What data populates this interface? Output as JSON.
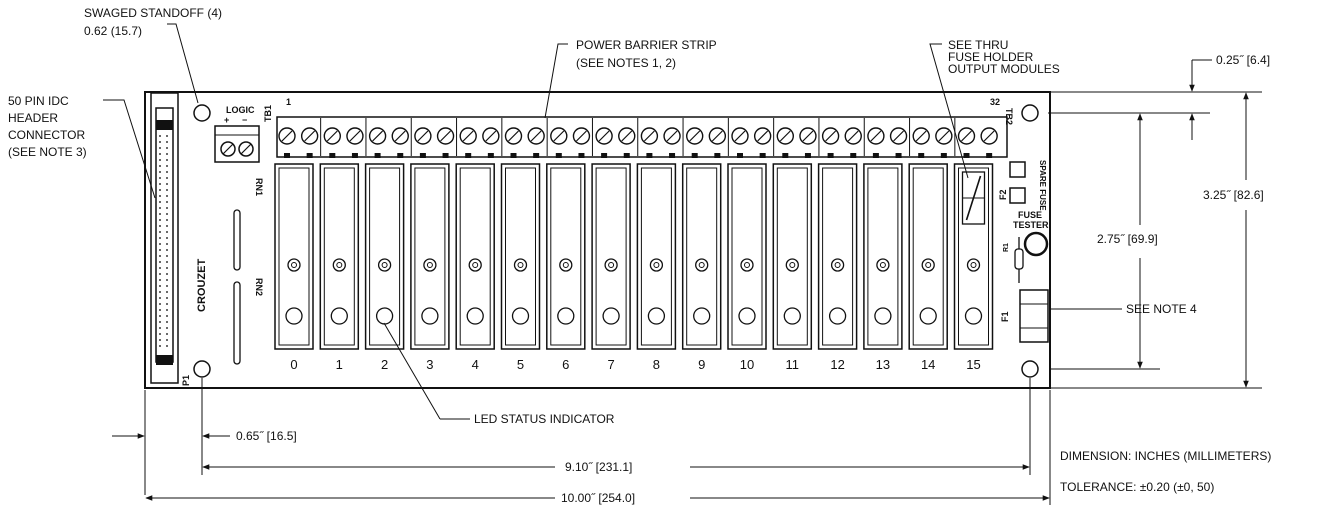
{
  "callouts": {
    "standoff_line1": "SWAGED STANDOFF (4)",
    "standoff_line2": "0.62 (15.7)",
    "idc_line1": "50 PIN IDC",
    "idc_line2": "HEADER",
    "idc_line3": "CONNECTOR",
    "idc_line4": "(SEE NOTE 3)",
    "barrier_line1": "POWER BARRIER STRIP",
    "barrier_line2": "(SEE NOTES 1, 2)",
    "fuse_line1": "SEE THRU",
    "fuse_line2": "FUSE HOLDER",
    "fuse_line3": "OUTPUT MODULES",
    "note4": "SEE NOTE 4",
    "led": "LED STATUS INDICATOR"
  },
  "dimensions": {
    "top_offset": "0.25˝  [6.4]",
    "overall_height": "3.25˝  [82.6]",
    "hole_spacing_v": "2.75˝  [69.9]",
    "left_offset": "0.65˝  [16.5]",
    "hole_spacing_h": "9.10˝  [231.1]",
    "overall_width": "10.00˝  [254.0]",
    "units_note": "DIMENSION: INCHES (MILLIMETERS)",
    "tolerance": "TOLERANCE: ±0.20 (±0, 50)"
  },
  "board": {
    "logic": "LOGIC",
    "plus": "+",
    "minus": "−",
    "tb1": "TB1",
    "tb2": "TB2",
    "pin1": "1",
    "pin32": "32",
    "rn1": "RN1",
    "rn2": "RN2",
    "brand": "CROUZET",
    "p1": "P1",
    "f1": "F1",
    "f2": "F2",
    "spare_fuse": "SPARE FUSE",
    "fuse_tester_1": "FUSE",
    "fuse_tester_2": "TESTER",
    "r1": "R1"
  },
  "modules": [
    "0",
    "1",
    "2",
    "3",
    "4",
    "5",
    "6",
    "7",
    "8",
    "9",
    "10",
    "11",
    "12",
    "13",
    "14",
    "15"
  ]
}
